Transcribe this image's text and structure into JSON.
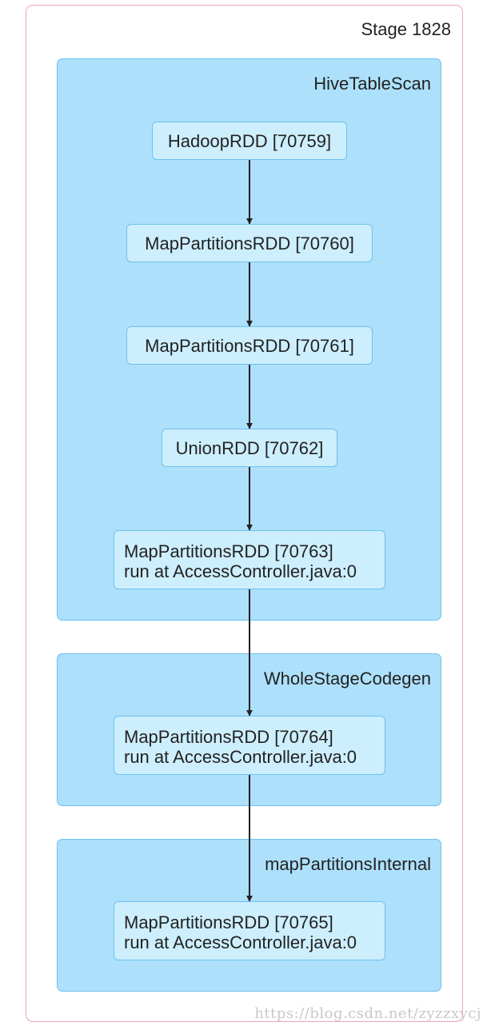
{
  "stage": {
    "label": "Stage 1828"
  },
  "clusters": [
    {
      "label": "HiveTableScan"
    },
    {
      "label": "WholeStageCodegen"
    },
    {
      "label": "mapPartitionsInternal"
    }
  ],
  "nodes": [
    {
      "id": "n70759",
      "line1": "HadoopRDD [70759]"
    },
    {
      "id": "n70760",
      "line1": "MapPartitionsRDD [70760]"
    },
    {
      "id": "n70761",
      "line1": "MapPartitionsRDD [70761]"
    },
    {
      "id": "n70762",
      "line1": "UnionRDD [70762]"
    },
    {
      "id": "n70763",
      "line1": "MapPartitionsRDD [70763]",
      "line2": "run at AccessController.java:0"
    },
    {
      "id": "n70764",
      "line1": "MapPartitionsRDD [70764]",
      "line2": "run at AccessController.java:0"
    },
    {
      "id": "n70765",
      "line1": "MapPartitionsRDD [70765]",
      "line2": "run at AccessController.java:0"
    }
  ],
  "edges": [
    {
      "from": "n70759",
      "to": "n70760"
    },
    {
      "from": "n70760",
      "to": "n70761"
    },
    {
      "from": "n70761",
      "to": "n70762"
    },
    {
      "from": "n70762",
      "to": "n70763"
    },
    {
      "from": "n70763",
      "to": "n70764"
    },
    {
      "from": "n70764",
      "to": "n70765"
    }
  ],
  "watermark": "https://blog.csdn.net/zyzzxycj"
}
